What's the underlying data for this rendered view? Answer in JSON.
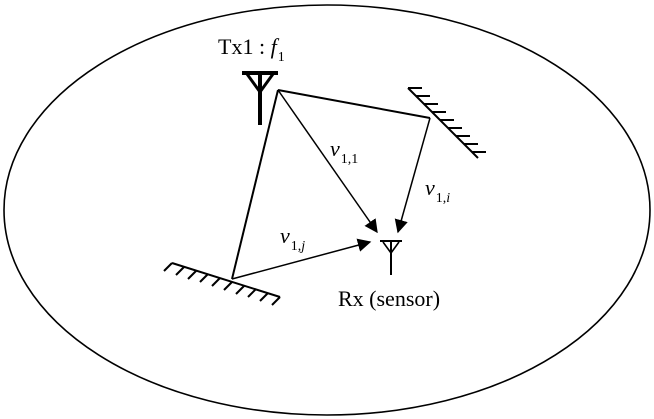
{
  "colors": {
    "stroke": "#000000",
    "background": "#ffffff"
  },
  "transmitter": {
    "label_prefix": "Tx1 : ",
    "freq_symbol": "f",
    "freq_subscript": "1",
    "icon": "antenna-icon"
  },
  "receiver": {
    "label": "Rx (sensor)",
    "icon": "antenna-icon"
  },
  "paths": {
    "v11": {
      "symbol": "v",
      "subscript": "1,1"
    },
    "v1i": {
      "symbol": "v",
      "subscript_pre": "1,",
      "subscript_it": "i"
    },
    "v1j": {
      "symbol": "v",
      "subscript_pre": "1,",
      "subscript_it": "j"
    }
  },
  "reflectors": {
    "top_right": "hatched-wall",
    "bottom_left": "hatched-wall"
  }
}
